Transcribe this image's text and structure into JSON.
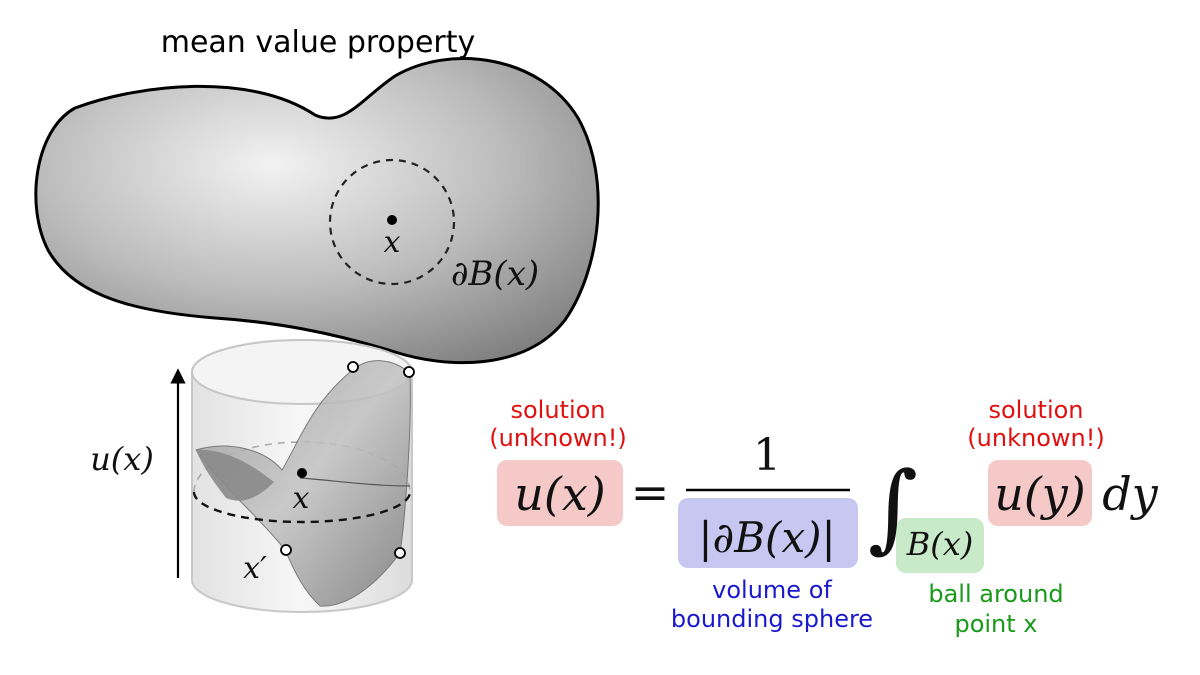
{
  "title": "mean value property",
  "domain_labels": {
    "center_point": "x",
    "sphere_boundary": "∂B(x)"
  },
  "cylinder_labels": {
    "axis": "u(x)",
    "center_point": "x",
    "boundary_point": "x′"
  },
  "equation": {
    "lhs": "u(x)",
    "equals": "=",
    "numerator": "1",
    "denominator": "|∂B(x)|",
    "integral_sign": "∫",
    "domain": "B(x)",
    "integrand": "u(y)",
    "differential": "dy"
  },
  "annotations": {
    "lhs_line1": "solution",
    "lhs_line2": "(unknown!)",
    "integrand_line1": "solution",
    "integrand_line2": "(unknown!)",
    "denominator_line1": "volume of",
    "denominator_line2": "bounding sphere",
    "domain_line1": "ball around",
    "domain_line2": "point x"
  },
  "colors": {
    "solution_highlight": "#f6c9c9",
    "denominator_highlight": "#c7c7f2",
    "domain_highlight": "#c9eac9",
    "solution_text": "#e01010",
    "denominator_text": "#1a1acc",
    "domain_text": "#1a9a1a"
  }
}
